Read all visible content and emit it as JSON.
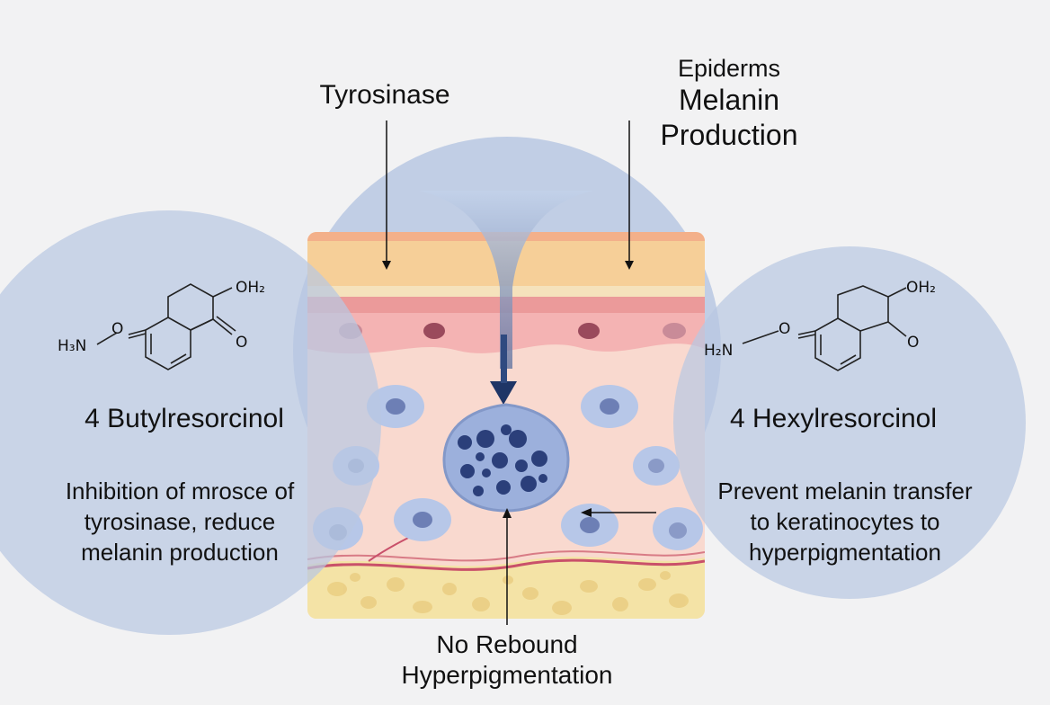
{
  "labels": {
    "tyrosinase": "Tyrosinase",
    "epidermis_line1": "Epiderms",
    "epidermis_line2": "Melanin",
    "epidermis_line3": "Production",
    "bottom_line1": "No Rebound",
    "bottom_line2": "Hyperpigmentation"
  },
  "left": {
    "compound_name": "4 Butylresorcinol",
    "description_line1": "Inhibition of mrosce of",
    "description_line2": "tyrosinase, reduce",
    "description_line3": "melanin production",
    "molecule": {
      "oh": "OH₂",
      "o": "O",
      "amine": "H₃N"
    }
  },
  "right": {
    "compound_name": "4 Hexylresorcinol",
    "description_line1": "Prevent melanin transfer",
    "description_line2": "to keratinocytes to",
    "description_line3": "hyperpigmentation",
    "molecule": {
      "oh": "OH₂",
      "o": "O",
      "amine": "H₂N"
    }
  },
  "colors": {
    "circle": "#b8c8e2",
    "stratum": "#f6cf98",
    "epidermis": "#f4b3b3",
    "dermis": "#f9d9cf",
    "fat": "#f4e3a6",
    "cell": "#b7c7e8",
    "nucleus": "#6d7fb5",
    "arrow": "#1f3566"
  }
}
